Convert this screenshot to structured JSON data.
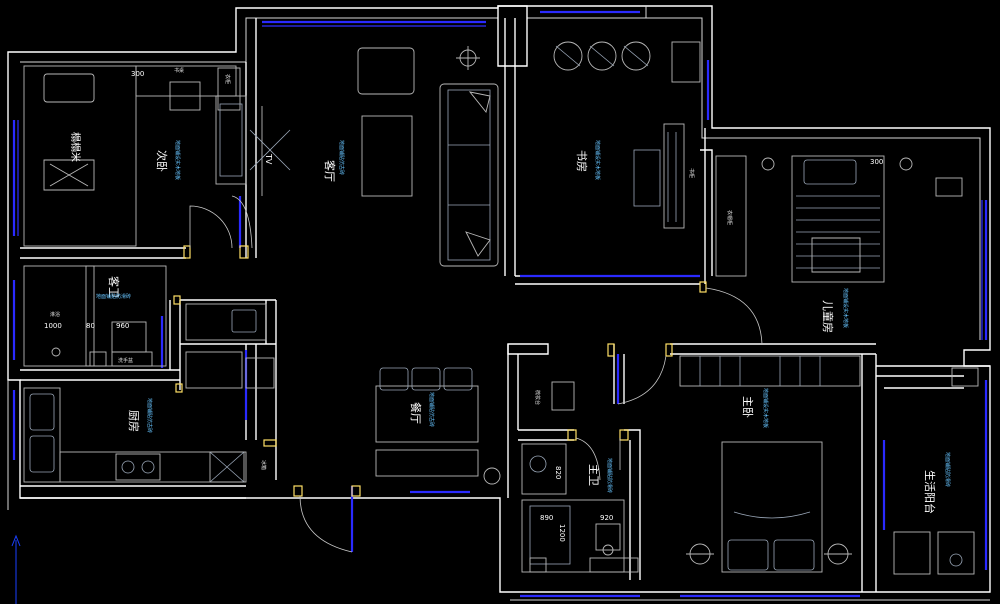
{
  "rooms": {
    "living": {
      "name": "客厅",
      "note": "地面铺贴仿古砖"
    },
    "master_bed": {
      "name": "主卧",
      "note": "地面铺设实木地板"
    },
    "second_bed": {
      "name": "次卧",
      "note": "地面铺设实木地板"
    },
    "study": {
      "name": "书房",
      "note": "地面铺设实木地板"
    },
    "kids_room": {
      "name": "儿童房",
      "note": "地面铺设实木地板"
    },
    "kitchen": {
      "name": "厨房",
      "note": "地面铺贴仿古砖"
    },
    "dining": {
      "name": "餐厅",
      "note": "地面铺贴仿古砖"
    },
    "guest_bath": {
      "name": "客卫",
      "note": "地面铺贴防滑砖"
    },
    "master_bath": {
      "name": "主卫",
      "note": "地面铺贴防滑砖"
    },
    "balcony": {
      "name": "生活阳台",
      "note": "地面铺贴防滑砖"
    }
  },
  "dimensions": [
    "300",
    "300",
    "1000",
    "80",
    "960",
    "820",
    "890",
    "920",
    "1200"
  ],
  "fixture_labels": {
    "tatami": "榻榻米",
    "wardrobe": "衣柜",
    "bookcase": "书柜",
    "closet": "衣帽柜",
    "desk": "书桌",
    "shower": "淋浴",
    "basin": "洗手盆",
    "fridge": "冰箱",
    "tv": "TV",
    "dresser": "梳妆台"
  }
}
